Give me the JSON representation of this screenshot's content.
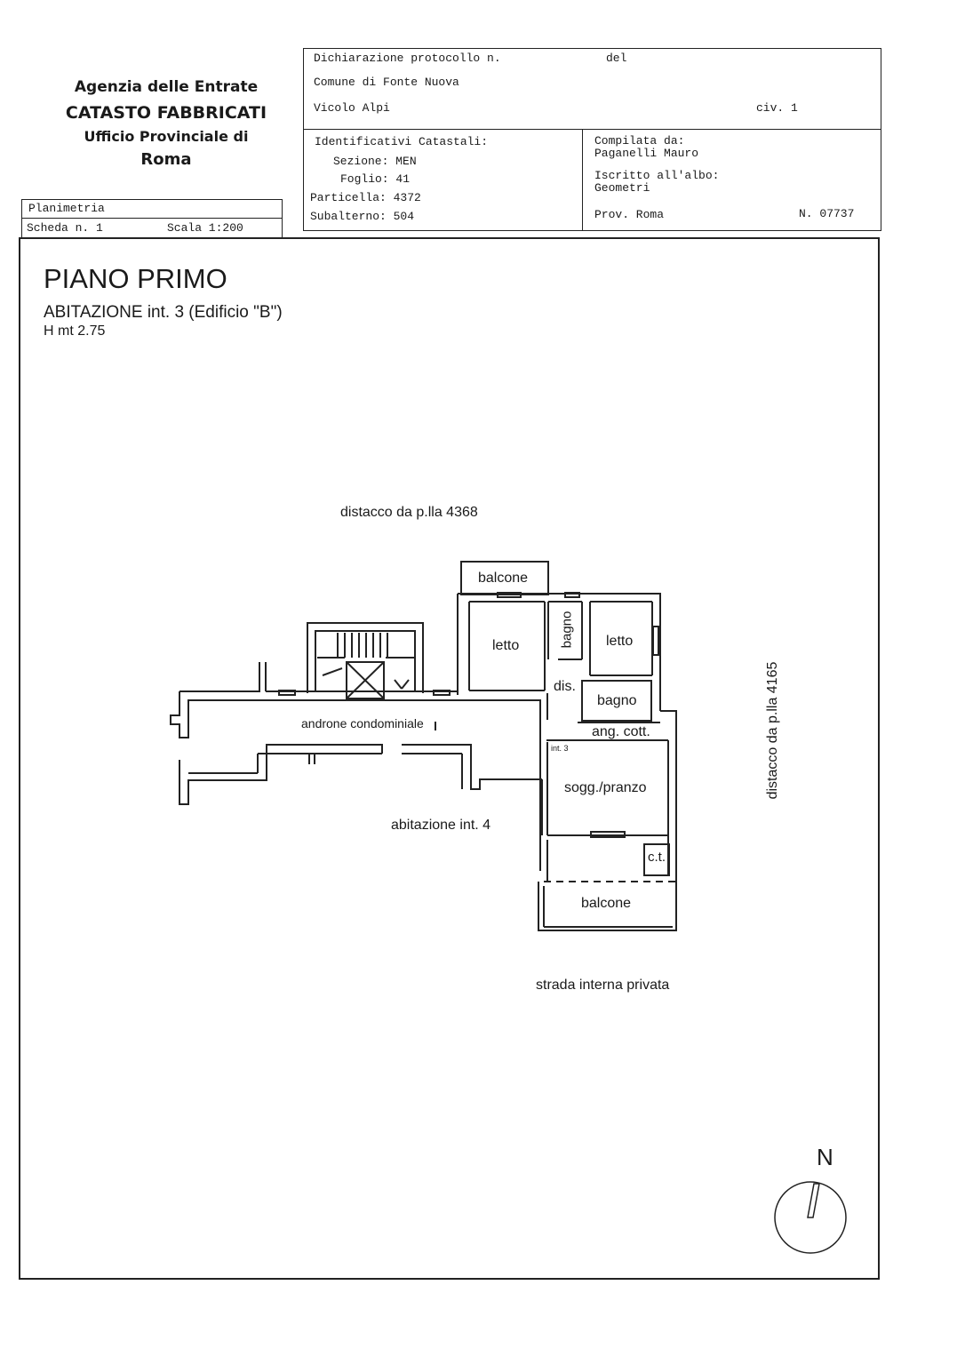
{
  "header": {
    "agency_line1": "Agenzia delle Entrate",
    "agency_line2": "CATASTO FABBRICATI",
    "agency_line3": "Ufficio Provinciale di",
    "agency_line4": "Roma",
    "planimetria": "Planimetria",
    "scheda": "Scheda n. 1",
    "scala": "Scala 1:200",
    "dichiarazione": "Dichiarazione protocollo n.",
    "del": "del",
    "comune": "Comune di Fonte Nuova",
    "via": "Vicolo Alpi",
    "civ": "civ. 1",
    "identificativi_title": "Identificativi Catastali:",
    "sezione": "Sezione: MEN",
    "foglio": "Foglio: 41",
    "particella": "Particella: 4372",
    "subalterno": "Subalterno: 504",
    "compilata_title": "Compilata da:",
    "compilata_name": "Paganelli Mauro",
    "iscritto_title": "Iscritto all'albo:",
    "iscritto_value": "Geometri",
    "prov": "Prov. Roma",
    "numero": "N. 07737"
  },
  "plan": {
    "title": "PIANO PRIMO",
    "subtitle": "ABITAZIONE int. 3 (Edificio \"B\")",
    "height": "H mt 2.75",
    "north_label": "distacco da p.lla 4368",
    "east_label": "distacco da p.lla 4165",
    "south_label": "strada interna privata",
    "compass": "N",
    "rooms": {
      "balcone_top": "balcone",
      "letto_left": "letto",
      "bagno_vertical": "bagno",
      "letto_right": "letto",
      "dis": "dis.",
      "bagno": "bagno",
      "ang_cott": "ang. cott.",
      "androne": "androne condominiale",
      "int3": "int. 3",
      "sogg_pranzo": "sogg./pranzo",
      "abitazione4": "abitazione int. 4",
      "ct": "c.t.",
      "balcone_bottom": "balcone"
    }
  }
}
